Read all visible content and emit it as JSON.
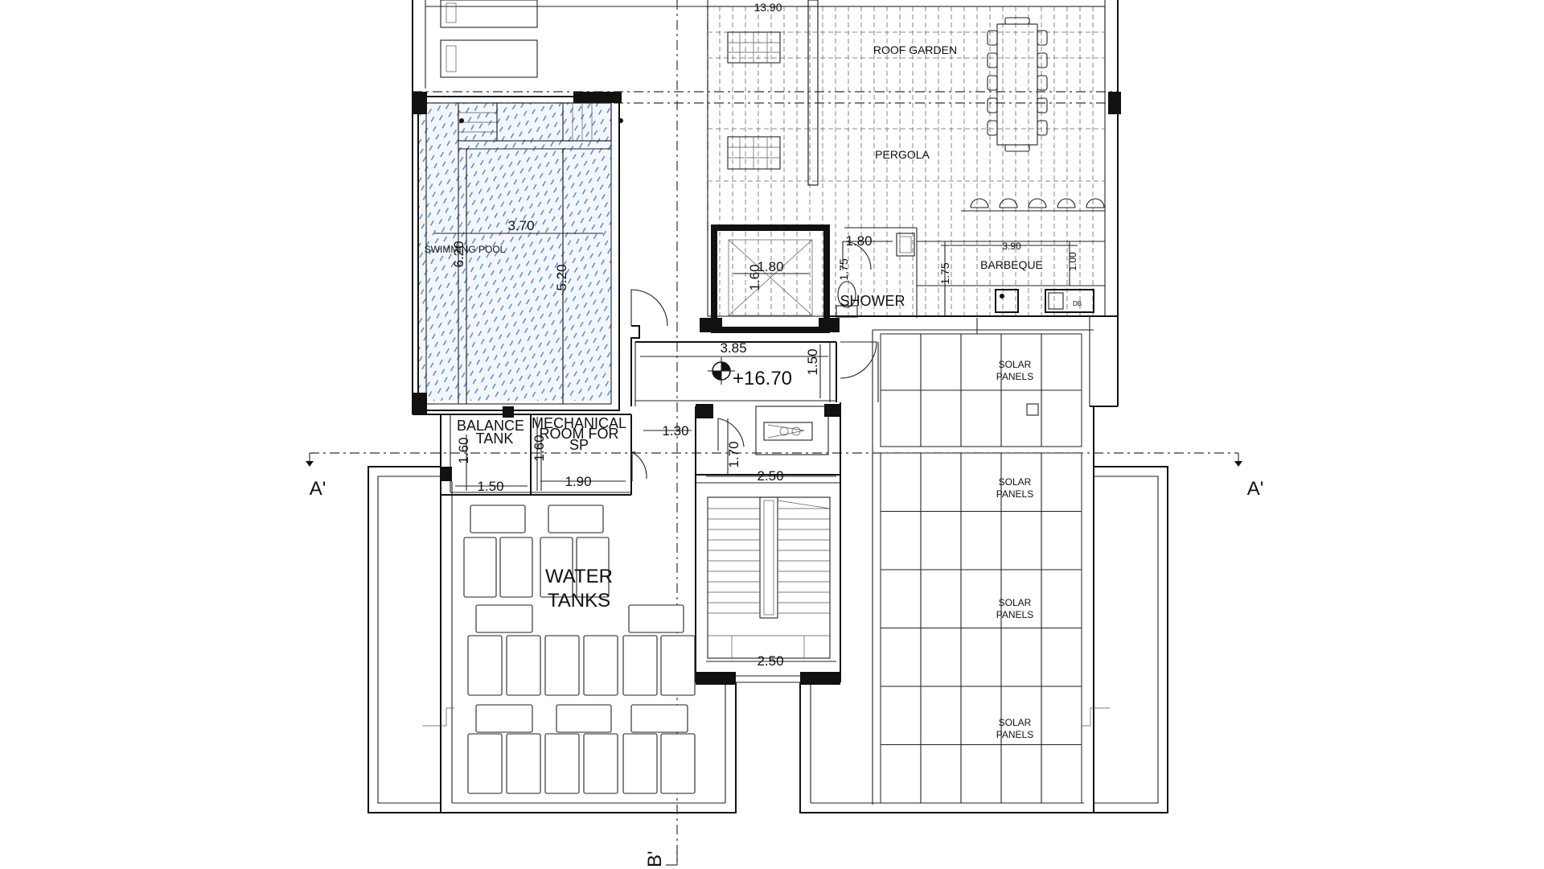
{
  "labels": {
    "roof_garden": "ROOF GARDEN",
    "pergola": "PERGOLA",
    "swimming_pool": "SWIMMING POOL",
    "shower": "SHOWER",
    "barbeque": "BARBEQUE",
    "balance_tank": [
      "BALANCE",
      "TANK"
    ],
    "mechanical_room": [
      "MECHANICAL",
      "ROOM FOR",
      "SP"
    ],
    "water_tanks": [
      "WATER",
      "TANKS"
    ],
    "solar_panels": [
      "SOLAR",
      "PANELS"
    ],
    "level": "+16.70",
    "section_left": "A'",
    "section_right": "A'",
    "section_bottom": "B'",
    "db_box": "DB"
  },
  "dimensions": {
    "top_width": "13.90",
    "pool_width": "3.70",
    "pool_length_outer": "6.20",
    "pool_length_inner": "5.20",
    "lift_width": "1.80",
    "lift_depth": "1.60",
    "shower_width": "1.80",
    "shower_depth": "1.75",
    "bbq_width": "3.90",
    "bbq_depth_left": "1.75",
    "bbq_depth_right": "1.00",
    "landing_width": "3.85",
    "landing_depth": "1.50",
    "landing_small": "1.30",
    "stair_void": "1.70",
    "stair_width_top": "2.50",
    "stair_width_bottom": "2.50",
    "balance_width": "1.50",
    "balance_depth": "1.60",
    "mech_width": "1.90",
    "mech_depth": "1.60"
  }
}
